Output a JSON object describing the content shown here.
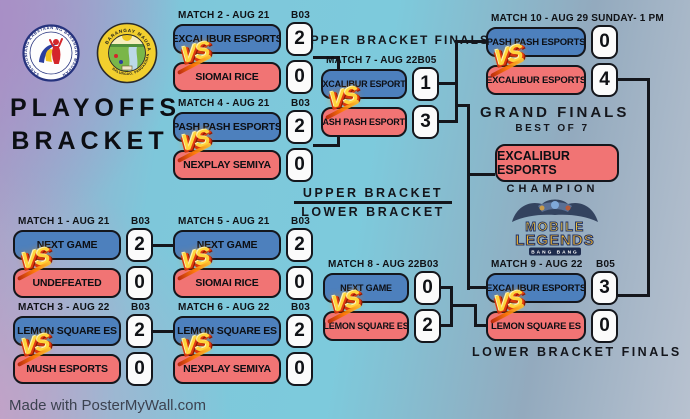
{
  "poster": {
    "title_line1": "PLAYOFFS",
    "title_line2": "BRACKET",
    "vs_label": "VS",
    "credit": "Made with PosterMyWall.com"
  },
  "seals": {
    "sk_arc_text": "SANGGUNIANG KABATAAN NG BARANGAY MAURAN",
    "barangay_arc_top": "BARANGAY MAURAN",
    "barangay_arc_bottom": "BALUNGAO, PANGASINAN"
  },
  "sections": {
    "upper_bracket_finals": "UPPER BRACKET FINALS",
    "divider_upper": "UPPER BRACKET",
    "divider_lower": "LOWER BRACKET",
    "grand_finals": "GRAND FINALS",
    "best_of": "BEST OF 7",
    "champion_label": "CHAMPION",
    "lower_bracket_finals": "LOWER BRACKET FINALS"
  },
  "champion_team": "EXCALIBUR ESPORTS",
  "ml_logo": {
    "line1": "MOBILE",
    "line2": "LEGENDS",
    "line3": "BANG BANG"
  },
  "matches": [
    {
      "id": "match-2",
      "label": "MATCH 2 - AUG 21",
      "format": "B03",
      "top": {
        "team": "EXCALIBUR ESPORTS",
        "score": "2"
      },
      "bottom": {
        "team": "SIOMAI RICE",
        "score": "0"
      }
    },
    {
      "id": "match-4",
      "label": "MATCH 4 - AUG 21",
      "format": "B03",
      "top": {
        "team": "PASH PASH ESPORTS",
        "score": "2"
      },
      "bottom": {
        "team": "NEXPLAY SEMIYA",
        "score": "0"
      }
    },
    {
      "id": "match-7",
      "label": "MATCH 7 - AUG 22",
      "format": "B05",
      "top": {
        "team": "EXCALIBUR ESPORTS",
        "score": "1"
      },
      "bottom": {
        "team": "PASH PASH ESPORTS",
        "score": "3"
      }
    },
    {
      "id": "match-10",
      "label": "MATCH 10 - AUG 29 SUNDAY- 1 PM",
      "format": "",
      "top": {
        "team": "PASH PASH ESPORTS",
        "score": "0"
      },
      "bottom": {
        "team": "EXCALIBUR ESPORTS",
        "score": "4"
      }
    },
    {
      "id": "match-1",
      "label": "MATCH 1 - AUG 21",
      "format": "B03",
      "top": {
        "team": "NEXT GAME",
        "score": "2"
      },
      "bottom": {
        "team": "UNDEFEATED",
        "score": "0"
      }
    },
    {
      "id": "match-3",
      "label": "MATCH 3 - AUG 22",
      "format": "B03",
      "top": {
        "team": "LEMON SQUARE ES",
        "score": "2"
      },
      "bottom": {
        "team": "MUSH ESPORTS",
        "score": "0"
      }
    },
    {
      "id": "match-5",
      "label": "MATCH 5 - AUG 21",
      "format": "B03",
      "top": {
        "team": "NEXT GAME",
        "score": "2"
      },
      "bottom": {
        "team": "SIOMAI RICE",
        "score": "0"
      }
    },
    {
      "id": "match-6",
      "label": "MATCH 6 - AUG 22",
      "format": "B03",
      "top": {
        "team": "LEMON SQUARE ES",
        "score": "2"
      },
      "bottom": {
        "team": "NEXPLAY SEMIYA",
        "score": "0"
      }
    },
    {
      "id": "match-8",
      "label": "MATCH 8 - AUG 22",
      "format": "B03",
      "top": {
        "team": "NEXT GAME",
        "score": "0"
      },
      "bottom": {
        "team": "LEMON SQUARE ES",
        "score": "2"
      }
    },
    {
      "id": "match-9",
      "label": "MATCH 9 - AUG 22",
      "format": "B05",
      "top": {
        "team": "EXCALIBUR ESPORTS",
        "score": "3"
      },
      "bottom": {
        "team": "LEMON SQUARE ES",
        "score": "0"
      }
    }
  ],
  "colors": {
    "team_blue": "#4d80bd",
    "team_red": "#f17474",
    "score_bg": "#fbfbfb",
    "connector": "#14161c",
    "vs_yellow": "#ffd43c"
  }
}
